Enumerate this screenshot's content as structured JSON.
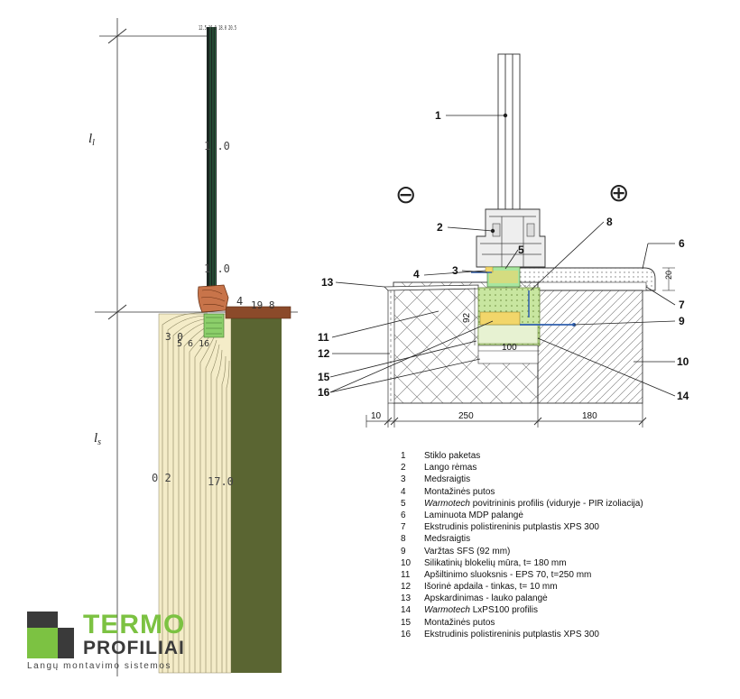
{
  "thermal": {
    "upper_length_label": "l",
    "upper_length_sub": "l",
    "lower_length_label": "l",
    "lower_length_sub": "s",
    "top_stacked_values": "12.5 16.0 18.0 20.5",
    "isotherm_labels": [
      "1 .0",
      "1 .0",
      "4",
      "19 8",
      "3 0",
      "5 6 16",
      "0 2",
      "17.0"
    ]
  },
  "section": {
    "minus_symbol": "⊖",
    "plus_symbol": "⊕",
    "callouts": [
      "1",
      "2",
      "3",
      "4",
      "5",
      "6",
      "7",
      "8",
      "9",
      "10",
      "11",
      "12",
      "13",
      "14",
      "15",
      "16"
    ],
    "dimensions": {
      "sill_height": "20",
      "profile_height": "92",
      "profile_width": "100",
      "render": "10",
      "insulation": "250",
      "wall": "180"
    }
  },
  "legend": [
    {
      "num": "1",
      "text": "Stiklo paketas"
    },
    {
      "num": "2",
      "text": "Lango rėmas"
    },
    {
      "num": "3",
      "text": "Medsraigtis"
    },
    {
      "num": "4",
      "text": "Montažinės putos"
    },
    {
      "num": "5",
      "brand": "Warmotech",
      "text": " povitrininis profilis (viduryje - PIR izoliacija)"
    },
    {
      "num": "6",
      "text": "Laminuota MDP palangė"
    },
    {
      "num": "7",
      "text": "Ekstrudinis polistireninis putplastis XPS 300"
    },
    {
      "num": "8",
      "text": "Medsraigtis"
    },
    {
      "num": "9",
      "text": "Varžtas SFS (92 mm)"
    },
    {
      "num": "10",
      "text": "Silikatinių blokelių mūra, t= 180 mm"
    },
    {
      "num": "11",
      "text": "Apšiltinimo sluoksnis - EPS 70, t=250 mm"
    },
    {
      "num": "12",
      "text": "Išorinė apdaila - tinkas, t= 10 mm"
    },
    {
      "num": "13",
      "text": "Apskardinimas -  lauko palangė"
    },
    {
      "num": "14",
      "brand": "Warmotech",
      "text": " LxPS100 profilis"
    },
    {
      "num": "15",
      "text": "Montažinės putos"
    },
    {
      "num": "16",
      "text": "Ekstrudinis polistireninis putplastis XPS 300"
    }
  ],
  "logo": {
    "word1": "TERMO",
    "word2": "PROFILIAI",
    "tagline": "Langų montavimo sistemos",
    "green": "#7cc242",
    "dark": "#3a3a3a"
  },
  "colors": {
    "wall_olive": "#5a6532",
    "insulation_cream": "#f4ecc8",
    "frame_brown": "#c8744a",
    "sill_brown": "#8b4a2a",
    "profile_green": "#c8e6a0",
    "foam_yellow": "#f2d66a"
  }
}
